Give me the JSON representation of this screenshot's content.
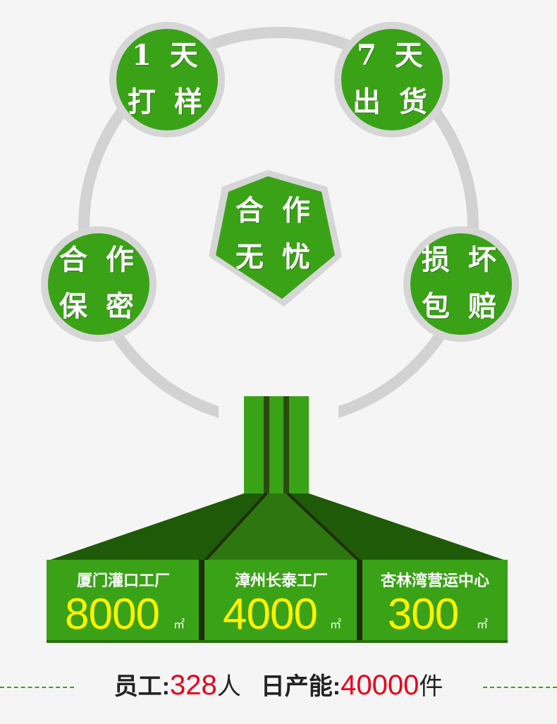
{
  "colors": {
    "bubble_green": "#3aa217",
    "ring_gray": "#d2d2d2",
    "dark_green": "#2a6e0c",
    "factory_green": "#3aa217",
    "number_yellow": "#fff200",
    "stat_red": "#e8001c"
  },
  "bubbles": {
    "top_left": {
      "line1": "1 天",
      "line2": "打 样"
    },
    "top_right": {
      "line1": "7 天",
      "line2": "出 货"
    },
    "mid_left": {
      "line1": "合 作",
      "line2": "保 密"
    },
    "mid_right": {
      "line1": "损 坏",
      "line2": "包 赔"
    },
    "center": {
      "line1": "合 作",
      "line2": "无 忧"
    }
  },
  "factories": [
    {
      "name": "厦门灌口工厂",
      "value": "8000",
      "unit": "㎡"
    },
    {
      "name": "漳州长泰工厂",
      "value": "4000",
      "unit": "㎡"
    },
    {
      "name": "杏林湾营运中心",
      "value": "300",
      "unit": "㎡"
    }
  ],
  "stats": {
    "staff_label": "员工:",
    "staff_value": "328",
    "staff_unit": "人",
    "capacity_label": "日产能:",
    "capacity_value": "40000",
    "capacity_unit": "件"
  }
}
